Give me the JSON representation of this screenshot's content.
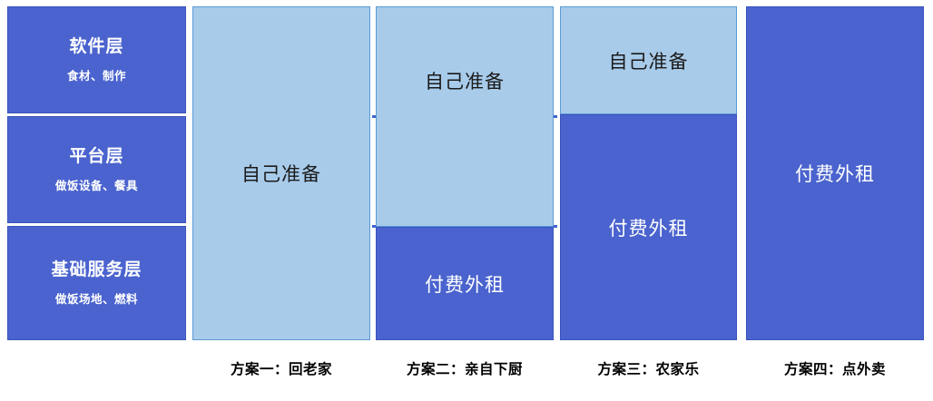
{
  "diagram": {
    "type": "layered-comparison-matrix",
    "colors": {
      "dark_blue": "#4a63ce",
      "light_blue": "#a8cbea",
      "dashed_line": "#3f62d0",
      "light_border": "#5b9bd5",
      "text_on_dark": "#ffffff",
      "text_on_light": "#1a1a1a"
    },
    "layers": [
      {
        "title": "软件层",
        "subtitle": "食材、制作"
      },
      {
        "title": "平台层",
        "subtitle": "做饭设备、餐具"
      },
      {
        "title": "基础服务层",
        "subtitle": "做饭场地、燃料"
      }
    ],
    "options": [
      {
        "caption": "方案一：回老家",
        "blocks": [
          {
            "label": "自己准备",
            "fill": "light",
            "layers": [
              "软件层",
              "平台层",
              "基础服务层"
            ]
          }
        ]
      },
      {
        "caption": "方案二：亲自下厨",
        "blocks": [
          {
            "label": "自己准备",
            "fill": "light",
            "layers": [
              "软件层",
              "平台层"
            ]
          },
          {
            "label": "付费外租",
            "fill": "dark",
            "layers": [
              "基础服务层"
            ]
          }
        ]
      },
      {
        "caption": "方案三：农家乐",
        "blocks": [
          {
            "label": "自己准备",
            "fill": "light",
            "layers": [
              "软件层"
            ]
          },
          {
            "label": "付费外租",
            "fill": "dark",
            "layers": [
              "平台层",
              "基础服务层"
            ]
          }
        ]
      },
      {
        "caption": "方案四：点外卖",
        "blocks": [
          {
            "label": "付费外租",
            "fill": "dark",
            "layers": [
              "软件层",
              "平台层",
              "基础服务层"
            ]
          }
        ]
      }
    ]
  }
}
